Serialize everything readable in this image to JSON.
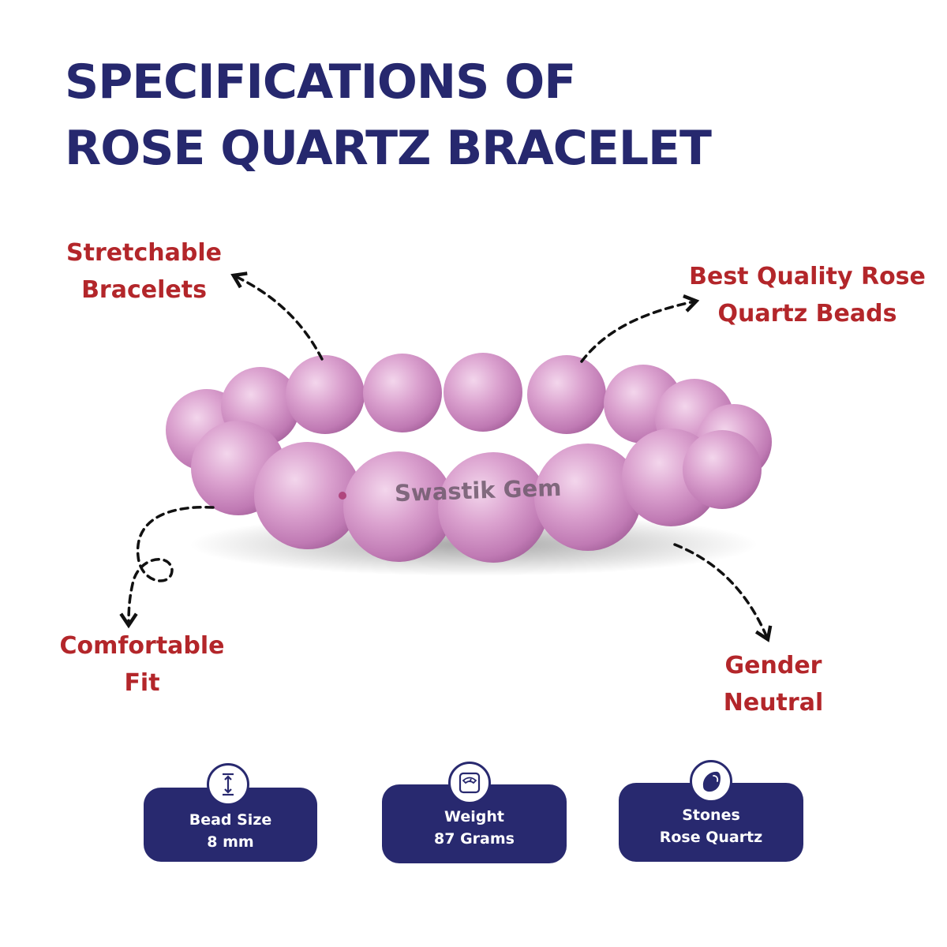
{
  "title": {
    "line1": "SPECIFICATIONS OF",
    "line2": "ROSE QUARTZ BRACELET"
  },
  "features": {
    "stretchable": {
      "line1": "Stretchable",
      "line2": "Bracelets"
    },
    "quality": {
      "line1": "Best Quality Rose",
      "line2": "Quartz Beads"
    },
    "fit": {
      "line1": "Comfortable",
      "line2": "Fit"
    },
    "gender": {
      "line1": "Gender",
      "line2": "Neutral"
    }
  },
  "watermark": "Swastik Gem",
  "specs": [
    {
      "label": "Bead Size",
      "value": "8 mm",
      "icon": "height-icon"
    },
    {
      "label": "Weight",
      "value": "87 Grams",
      "icon": "scale-icon"
    },
    {
      "label": "Stones",
      "value": "Rose Quartz",
      "icon": "stone-icon"
    }
  ],
  "colors": {
    "title": "#26286e",
    "feature_text": "#b3262a",
    "card_bg": "#28296f",
    "bead": "#d79ccc"
  }
}
